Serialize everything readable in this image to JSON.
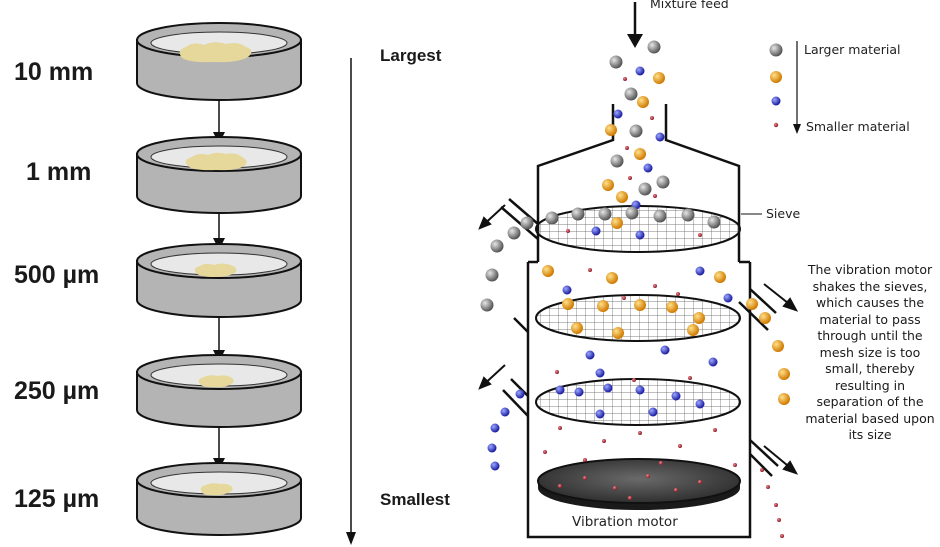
{
  "left_panel": {
    "sieve_sizes": [
      "10 mm",
      "1 mm",
      "500 µm",
      "250 µm",
      "125 µm"
    ],
    "top_label": "Largest",
    "bottom_label": "Smallest"
  },
  "right_panel": {
    "feed_label": "Mixture feed",
    "legend": {
      "larger_label": "Larger material",
      "smaller_label": "Smaller material"
    },
    "sieve_label": "Sieve",
    "motor_label": "Vibration motor",
    "description": "The vibration motor shakes the sieves, which causes the material to pass through until the mesh size is too small, thereby resulting in separation of the material based upon its size"
  },
  "colors": {
    "large_particle": "#8c8c8c",
    "medium_particle": "#f0a020",
    "small_particle": "#3838c8",
    "tiny_particle": "#b03040",
    "pan_gray": "#b4b4b4",
    "sample_yellow": "#e6d79a"
  }
}
